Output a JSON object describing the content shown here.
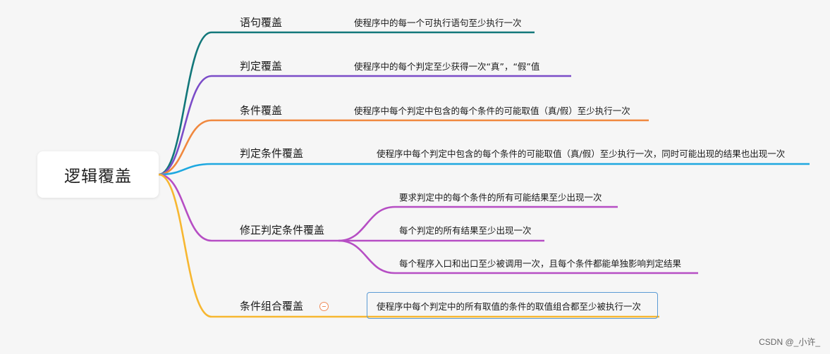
{
  "root": {
    "label": "逻辑覆盖"
  },
  "branches": [
    {
      "label": "语句覆盖",
      "color": "#12777a",
      "descriptions": [
        "使程序中的每一个可执行语句至少执行一次"
      ]
    },
    {
      "label": "判定覆盖",
      "color": "#7b4cc8",
      "descriptions": [
        "使程序中的每个判定至少获得一次“真”，“假”值"
      ]
    },
    {
      "label": "条件覆盖",
      "color": "#f0883e",
      "descriptions": [
        "使程序中每个判定中包含的每个条件的可能取值（真/假）至少执行一次"
      ]
    },
    {
      "label": "判定条件覆盖",
      "color": "#1ea8e0",
      "descriptions": [
        "使程序中每个判定中包含的每个条件的可能取值（真/假）至少执行一次，同时可能出现的结果也出现一次"
      ]
    },
    {
      "label": "修正判定条件覆盖",
      "color": "#b64ec4",
      "descriptions": [
        "要求判定中的每个条件的所有可能结果至少出现一次",
        "每个判定的所有结果至少出现一次",
        "每个程序入口和出口至少被调用一次，且每个条件都能单独影响判定结果"
      ]
    },
    {
      "label": "条件组合覆盖",
      "color": "#f7b731",
      "descriptions": [
        "使程序中每个判定中的所有取值的条件的取值组合都至少被执行一次"
      ]
    }
  ],
  "watermark": "CSDN @_小许_"
}
